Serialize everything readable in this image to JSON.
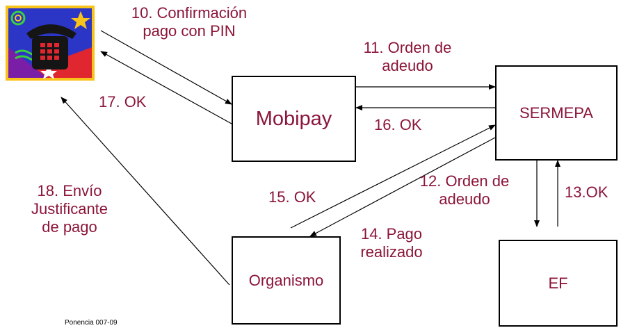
{
  "boxes": {
    "mobipay": "Mobipay",
    "sermepa": "SERMEPA",
    "organismo": "Organismo",
    "ef": "EF"
  },
  "steps": {
    "s10_line1": "10. Confirmación",
    "s10_line2": "pago con PIN",
    "s11_line1": "11. Orden de",
    "s11_line2": "adeudo",
    "s12_line1": "12. Orden de",
    "s12_line2": "adeudo",
    "s13": "13.OK",
    "s14_line1": "14. Pago",
    "s14_line2": "realizado",
    "s15": "15. OK",
    "s16": "16. OK",
    "s17": "17. OK",
    "s18_line1": "18. Envío",
    "s18_line2": "Justificante",
    "s18_line3": "de pago"
  },
  "footer": "Ponencia 007-09",
  "icons": {
    "phone": "telephone-clipart-icon"
  },
  "colors": {
    "text": "#8b1538",
    "lines": "#000000"
  }
}
